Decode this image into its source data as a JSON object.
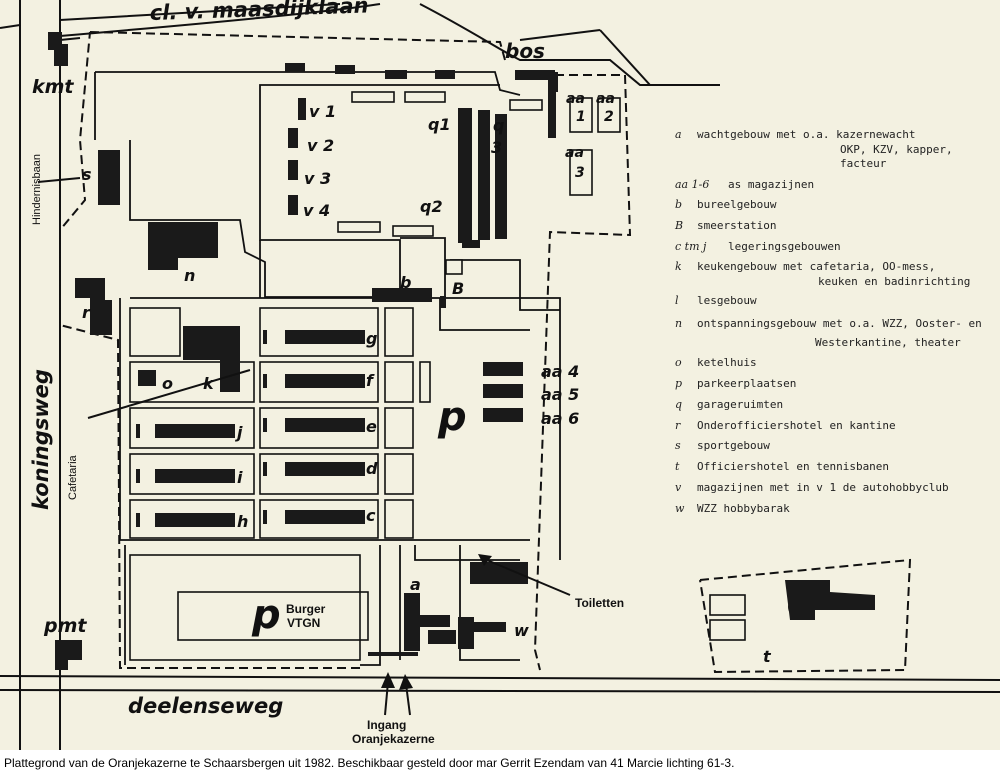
{
  "roads": {
    "top": "cl. v. maasdijklaan",
    "left": "koningsweg",
    "bottom": "deelenseweg"
  },
  "labels": {
    "bos": "bos",
    "kmt": "kmt",
    "pmt": "pmt",
    "hindernisbaan": "Hindernisbaan",
    "cafetaria": "Cafetaria",
    "toiletten": "Toiletten",
    "ingang": "Ingang",
    "oranjekazerne": "Oranjekazerne",
    "burger": "Burger",
    "vtgn": "VTGN",
    "p_big": "p",
    "s": "s",
    "n": "n",
    "r": "r",
    "o": "o",
    "k": "k",
    "b": "b",
    "B": "B",
    "a": "a",
    "w": "w",
    "t": "t",
    "v1": "v 1",
    "v2": "v 2",
    "v3": "v 3",
    "v4": "v 4",
    "q1": "q1",
    "q2": "q2",
    "q": "q",
    "q3": "3",
    "aa": "aa",
    "aa1": "1",
    "aa2": "2",
    "aa3": "3",
    "aa4": "aa 4",
    "aa5": "aa 5",
    "aa6": "aa 6",
    "g": "g",
    "f": "f",
    "e": "e",
    "d": "d",
    "c": "c",
    "j": "j",
    "i": "i",
    "h": "h"
  },
  "legend": [
    {
      "key": "a",
      "text": "wachtgebouw met o.a. kazernewacht"
    },
    {
      "key": "",
      "text": "OKP, KZV, kapper,"
    },
    {
      "key": "",
      "text": "facteur"
    },
    {
      "key": "aa 1-6",
      "text": "as magazijnen"
    },
    {
      "key": "b",
      "text": "bureelgebouw"
    },
    {
      "key": "B",
      "text": "smeerstation"
    },
    {
      "key": "c tm j",
      "text": "legeringsgebouwen"
    },
    {
      "key": "k",
      "text": "keukengebouw met cafetaria, OO-mess,"
    },
    {
      "key": "",
      "text": "keuken en badinrichting"
    },
    {
      "key": "l",
      "text": "lesgebouw"
    },
    {
      "key": "n",
      "text": "ontspanningsgebouw met o.a. WZZ, Ooster- en"
    },
    {
      "key": "",
      "text": "Westerkantine, theater"
    },
    {
      "key": "o",
      "text": "ketelhuis"
    },
    {
      "key": "p",
      "text": "parkeerplaatsen"
    },
    {
      "key": "q",
      "text": "garageruimten"
    },
    {
      "key": "r",
      "text": "Onderofficiershotel en kantine"
    },
    {
      "key": "s",
      "text": "sportgebouw"
    },
    {
      "key": "t",
      "text": "Officiershotel en tennisbanen"
    },
    {
      "key": "v",
      "text": "magazijnen met in v 1 de autohobbyclub"
    },
    {
      "key": "w",
      "text": "WZZ hobbybarak"
    }
  ],
  "caption": "Plattegrond van de Oranjekazerne te Schaarsbergen uit 1982. Beschikbaar gesteld door mar Gerrit Ezendam van 41 Marcie lichting 61-3."
}
